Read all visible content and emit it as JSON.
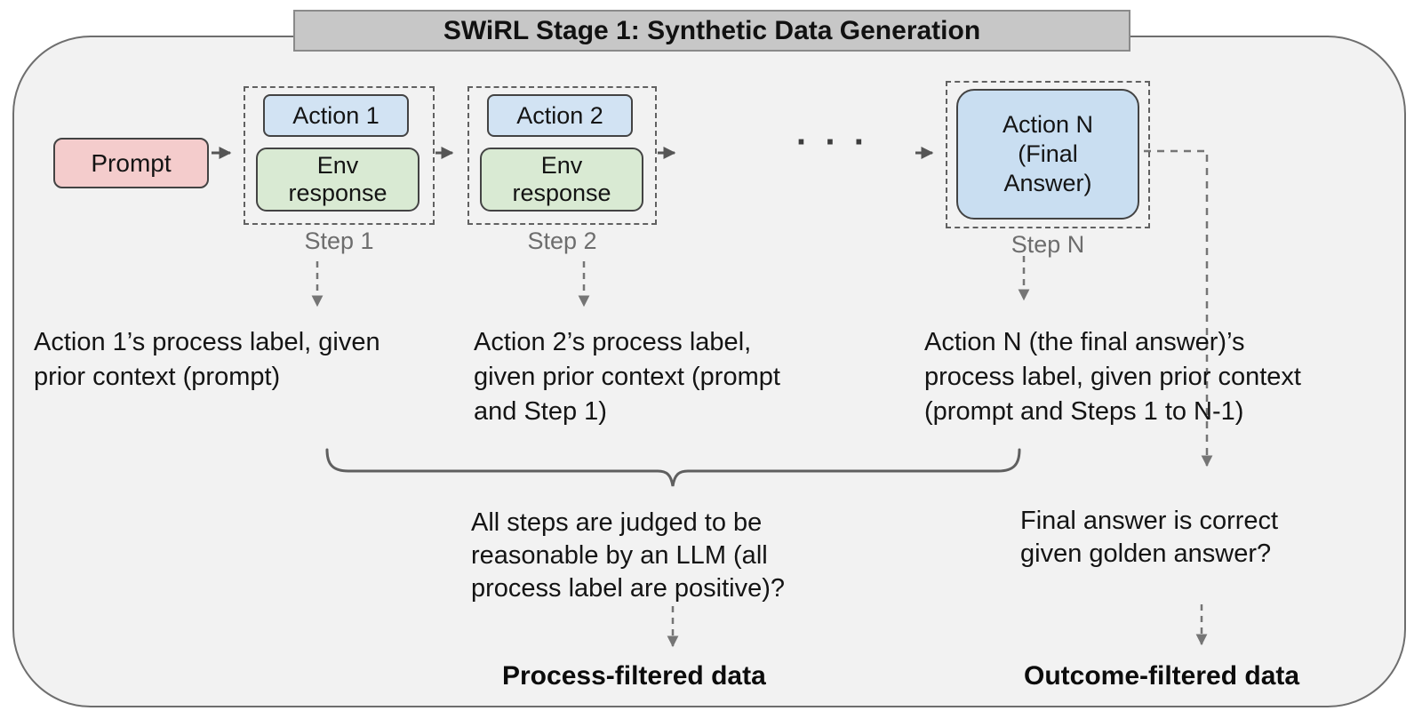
{
  "title": "SWiRL Stage 1: Synthetic Data Generation",
  "colors": {
    "container_bg": "#f2f2f2",
    "container_border": "#6e6e6e",
    "title_bg": "#c7c7c7",
    "title_border": "#8a8a8a",
    "prompt_fill": "#f4cccc",
    "action_fill": "#d2e3f3",
    "action_n_fill": "#c9def1",
    "env_fill": "#d9ead3",
    "box_border": "#434343",
    "dashed_border": "#616161",
    "arrow_color": "#555555",
    "dashed_arrow_color": "#757575",
    "step_label_color": "#6d6d6d",
    "text_color": "#141414"
  },
  "flow": {
    "prompt": "Prompt",
    "ellipsis": "· · ·",
    "steps": [
      {
        "action": "Action 1",
        "env_lines": [
          "Env",
          "response"
        ],
        "label": "Step 1"
      },
      {
        "action": "Action 2",
        "env_lines": [
          "Env",
          "response"
        ],
        "label": "Step 2"
      },
      {
        "action_lines": [
          "Action N",
          "(Final",
          "Answer)"
        ],
        "label": "Step N"
      }
    ]
  },
  "annotations": {
    "step1_lines": [
      "Action 1’s process label, given",
      "prior context (prompt)"
    ],
    "step2_lines": [
      "Action 2’s process label,",
      "given prior context (prompt",
      "and Step 1)"
    ],
    "stepN_lines": [
      "Action N (the final answer)’s",
      "process label, given prior context",
      "(prompt and Steps 1 to N-1)"
    ]
  },
  "process_filter": {
    "question_lines": [
      "All steps are judged to be",
      "reasonable by an LLM (all",
      "process label are positive)?"
    ],
    "result": "Process-filtered data"
  },
  "outcome_filter": {
    "question_lines": [
      "Final answer is correct",
      "given golden answer?"
    ],
    "result": "Outcome-filtered data"
  }
}
